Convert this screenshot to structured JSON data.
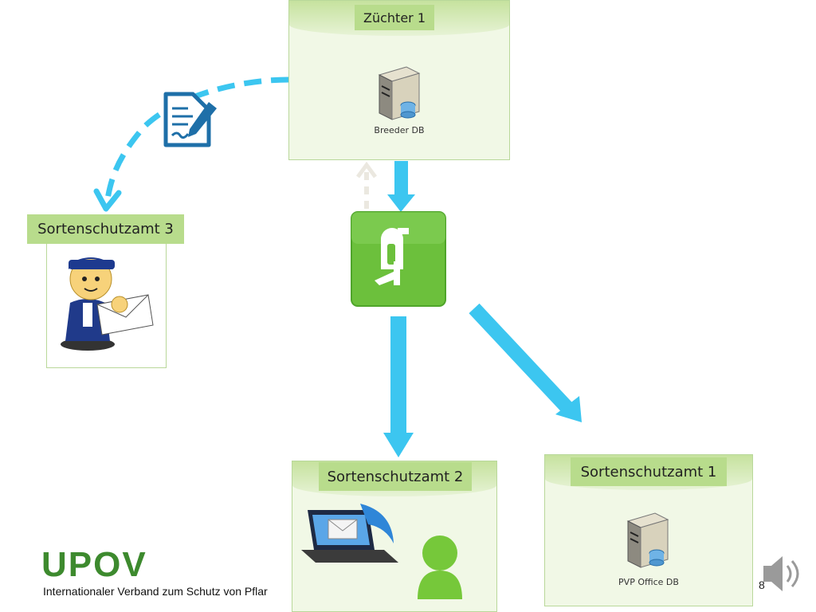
{
  "nodes": {
    "breeder": {
      "label": "Züchter 1",
      "db_label": "Breeder DB"
    },
    "office3": {
      "label": "Sortenschutzamt 3"
    },
    "office2": {
      "label": "Sortenschutzamt 2"
    },
    "office1": {
      "label": "Sortenschutzamt 1",
      "db_label": "PVP Office DB"
    }
  },
  "footer": {
    "logo": "UPOV",
    "organisation": "Internationaler Verband zum Schutz von Pflar",
    "page_number": "8"
  },
  "colors": {
    "arrow": "#3cc6f0",
    "mailbox": "#6cc03c",
    "header_band": "#c6e29e",
    "label_bg": "#b8dc8c"
  },
  "icons": [
    "server-icon",
    "document-sign-icon",
    "mailbox-icon",
    "postman-icon",
    "laptop-email-icon",
    "person-icon",
    "speaker-icon"
  ]
}
